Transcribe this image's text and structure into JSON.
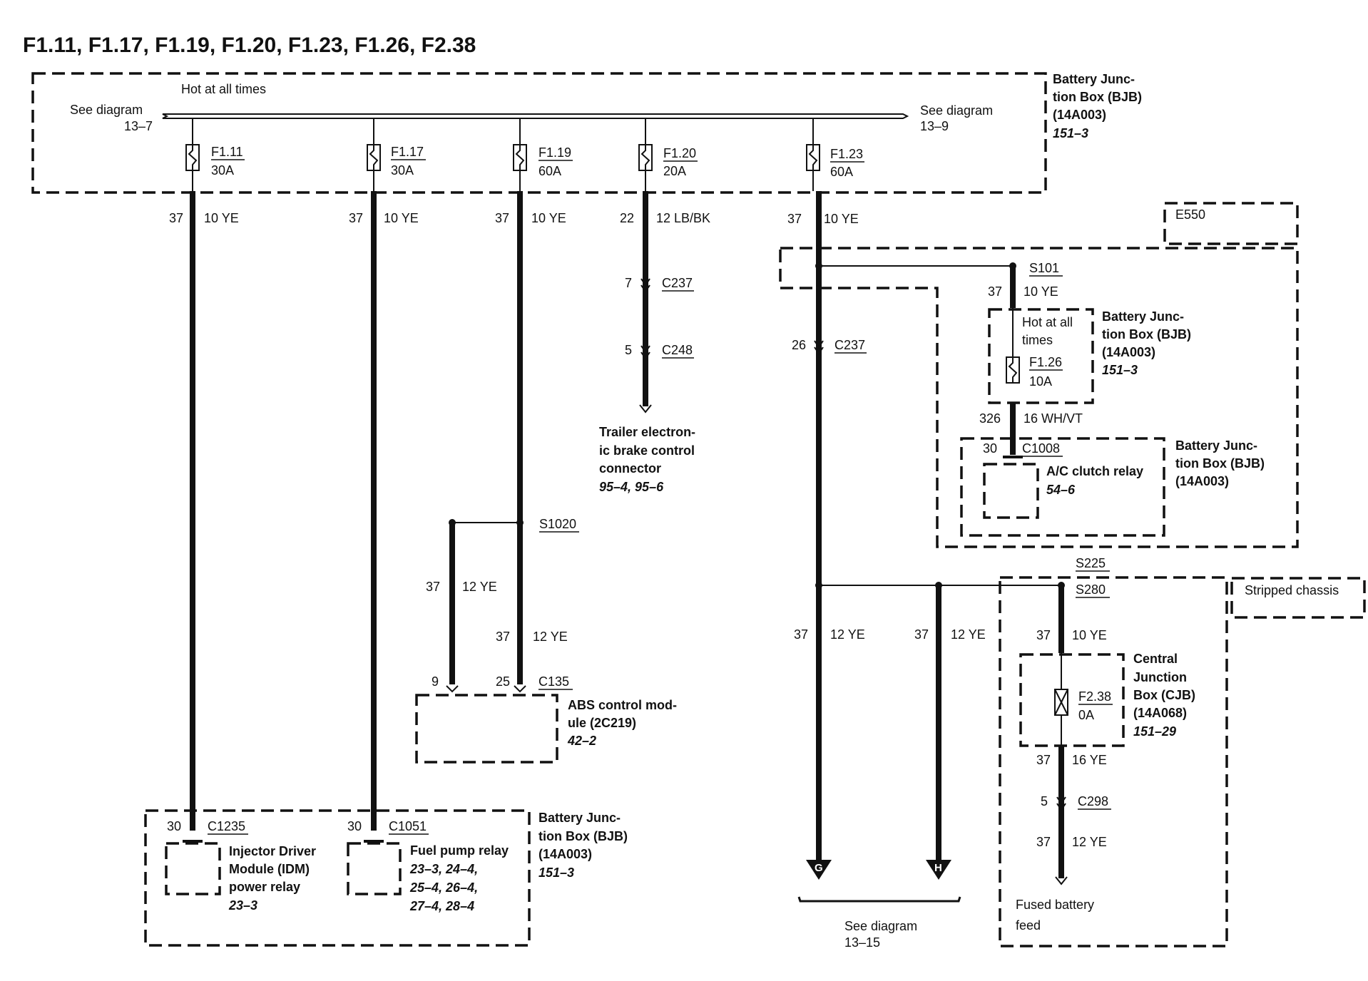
{
  "title": "F1.11, F1.17, F1.19, F1.20, F1.23, F1.26, F2.38",
  "bjb": {
    "label": [
      "Battery Junc-",
      "tion Box (BJB)",
      "(14A003)"
    ],
    "ref": "151–3",
    "hot_label": "Hot at all times",
    "see_left": [
      "See diagram",
      "13–7"
    ],
    "see_right": [
      "See diagram",
      "13–9"
    ]
  },
  "fuses": [
    {
      "name": "F1.11",
      "rating": "30A",
      "circuit": "37",
      "wire": "10 YE"
    },
    {
      "name": "F1.17",
      "rating": "30A",
      "circuit": "37",
      "wire": "10 YE"
    },
    {
      "name": "F1.19",
      "rating": "60A",
      "circuit": "37",
      "wire": "10 YE"
    },
    {
      "name": "F1.20",
      "rating": "20A",
      "circuit": "22",
      "wire": "12 LB/BK"
    },
    {
      "name": "F1.23",
      "rating": "60A",
      "circuit": "37",
      "wire": "10 YE"
    }
  ],
  "trailer": {
    "c1_pin": "7",
    "c1": "C237",
    "c2_pin": "5",
    "c2": "C248",
    "label": [
      "Trailer electron-",
      "ic brake control",
      "connector"
    ],
    "ref": "95–4, 95–6"
  },
  "abs": {
    "splice": "S1020",
    "wire_a_circuit": "37",
    "wire_a": "12 YE",
    "wire_b_circuit": "37",
    "wire_b": "12 YE",
    "pin_a": "9",
    "pin_b": "25",
    "connector": "C135",
    "label": [
      "ABS control mod-",
      "ule (2C219)"
    ],
    "ref": "42–2"
  },
  "idm": {
    "pin": "30",
    "connector": "C1235",
    "label": [
      "Injector Driver",
      "Module (IDM)",
      "power relay"
    ],
    "ref": "23–3"
  },
  "fuel": {
    "pin": "30",
    "connector": "C1051",
    "label": [
      "Fuel pump relay"
    ],
    "ref": [
      "23–3, 24–4,",
      "25–4, 26–4,",
      "27–4, 28–4"
    ]
  },
  "bjb_bottom": {
    "label": [
      "Battery Junc-",
      "tion Box (BJB)",
      "(14A003)"
    ],
    "ref": "151–3"
  },
  "e550": "E550",
  "s101": {
    "splice": "S101",
    "circuit": "37",
    "wire": "10 YE"
  },
  "f126": {
    "hot": [
      "Hot at all",
      "times"
    ],
    "name": "F1.26",
    "rating": "10A",
    "box_label": [
      "Battery Junc-",
      "tion Box (BJB)",
      "(14A003)"
    ],
    "box_ref": "151–3",
    "out_circuit": "326",
    "out_wire": "16 WH/VT"
  },
  "ac": {
    "pin": "30",
    "connector": "C1008",
    "label": [
      "A/C clutch relay"
    ],
    "ref": "54–6",
    "box_label": [
      "Battery Junc-",
      "tion Box (BJB)",
      "(14A003)"
    ]
  },
  "f123_c237": {
    "pin": "26",
    "connector": "C237"
  },
  "branch_g": {
    "circuit": "37",
    "wire": "12 YE",
    "arrow": "G"
  },
  "branch_h": {
    "circuit": "37",
    "wire": "12 YE",
    "arrow": "H"
  },
  "see_bottom": [
    "See diagram",
    "13–15"
  ],
  "stripped": {
    "s225": "S225",
    "s280": "S280",
    "label": "Stripped chassis",
    "w1_circuit": "37",
    "w1": "10 YE",
    "fuse": "F2.38",
    "rating": "0A",
    "cjb_label": [
      "Central",
      "Junction",
      "Box (CJB)",
      "(14A068)"
    ],
    "cjb_ref": "151–29",
    "w2_circuit": "37",
    "w2": "16 YE",
    "c298_pin": "5",
    "c298": "C298",
    "w3_circuit": "37",
    "w3": "12 YE",
    "feed": [
      "Fused battery",
      "feed"
    ]
  }
}
